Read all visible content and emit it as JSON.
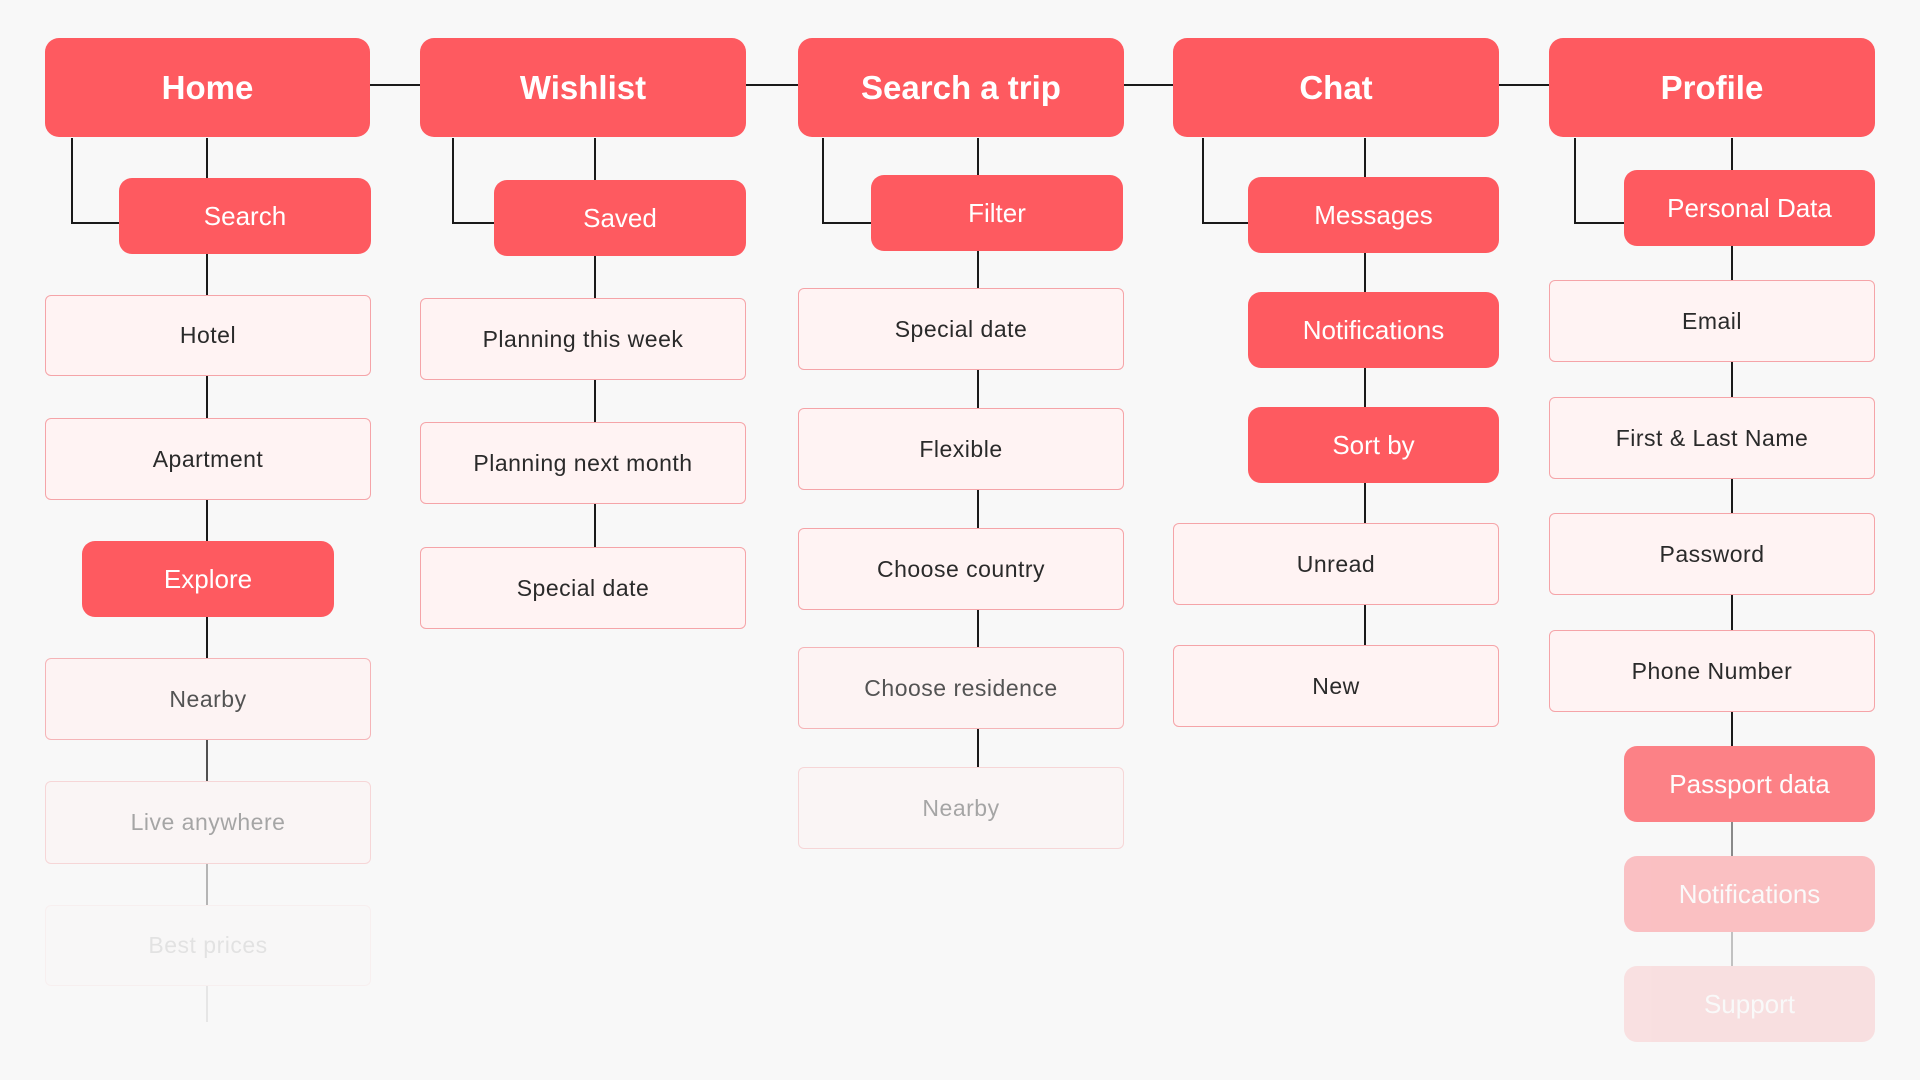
{
  "colors": {
    "primary": "#fe5a60",
    "leaf_fill": "#fff3f3",
    "leaf_border": "#f5a4a8",
    "connector": "#1a1a1a",
    "background": "#f8f8f8"
  },
  "sitemap": {
    "home": {
      "title": "Home",
      "search": "Search",
      "hotel": "Hotel",
      "apartment": "Apartment",
      "explore": "Explore",
      "nearby": "Nearby",
      "live_anywhere": "Live anywhere",
      "best_prices": "Best prices"
    },
    "wishlist": {
      "title": "Wishlist",
      "saved": "Saved",
      "planning_week": "Planning this week",
      "planning_month": "Planning next month",
      "special_date": "Special date"
    },
    "search_trip": {
      "title": "Search a trip",
      "filter": "Filter",
      "special_date": "Special date",
      "flexible": "Flexible",
      "choose_country": "Choose country",
      "choose_residence": "Choose residence",
      "nearby": "Nearby"
    },
    "chat": {
      "title": "Chat",
      "messages": "Messages",
      "notifications": "Notifications",
      "sort_by": "Sort by",
      "unread": "Unread",
      "new": "New"
    },
    "profile": {
      "title": "Profile",
      "personal_data": "Personal Data",
      "email": "Email",
      "name": "First & Last Name",
      "password": "Password",
      "phone": "Phone Number",
      "passport": "Passport data",
      "notifications": "Notifications",
      "support": "Support"
    }
  }
}
